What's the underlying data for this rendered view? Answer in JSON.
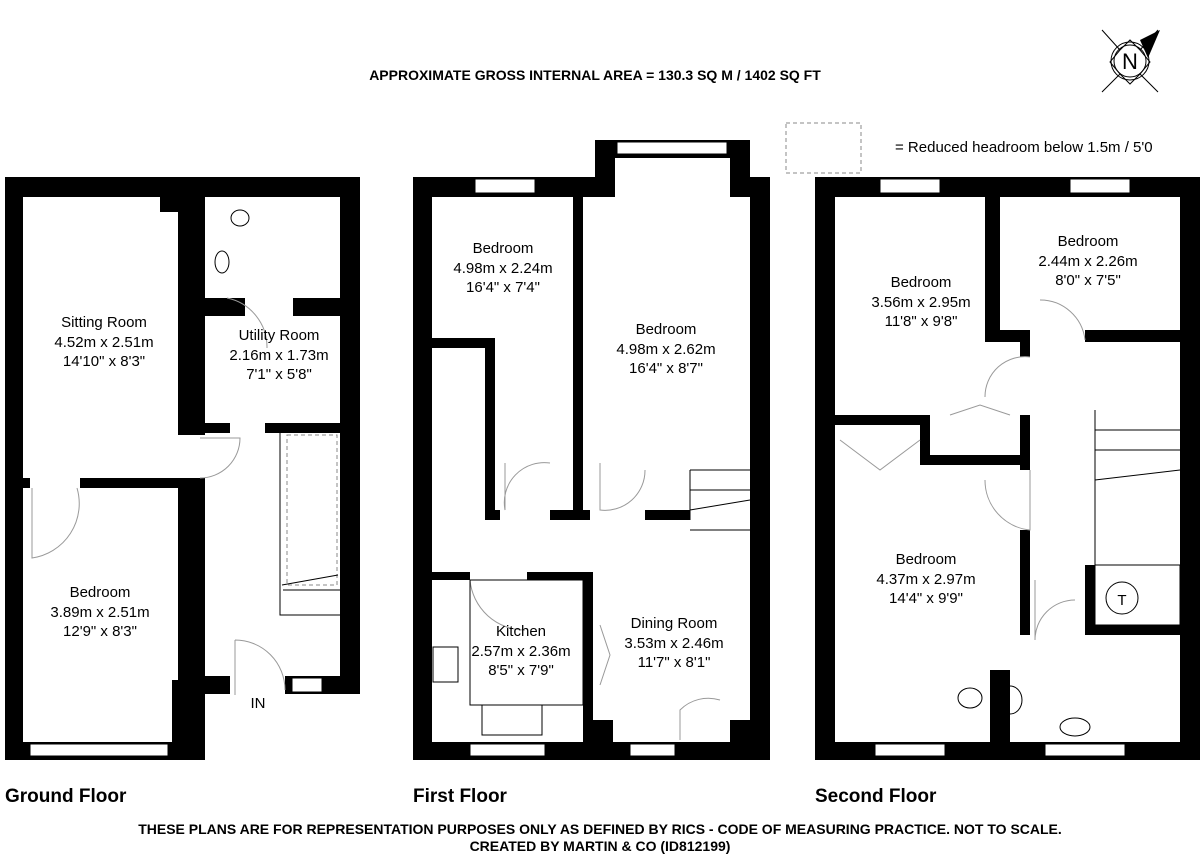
{
  "header": {
    "gross_area": "APPROXIMATE GROSS INTERNAL AREA = 130.3 SQ M / 1402 SQ FT"
  },
  "legend": {
    "reduced_headroom": "= Reduced headroom below 1.5m / 5'0"
  },
  "compass": {
    "label": "N",
    "icon": "compass-north-icon"
  },
  "floors": {
    "ground": {
      "name": "Ground Floor",
      "entrance": "IN",
      "rooms": [
        {
          "name": "Sitting Room",
          "metric": "4.52m x 2.51m",
          "imperial": "14'10\" x 8'3\""
        },
        {
          "name": "Utility Room",
          "metric": "2.16m x 1.73m",
          "imperial": "7'1\" x 5'8\""
        },
        {
          "name": "Bedroom",
          "metric": "3.89m x 2.51m",
          "imperial": "12'9\" x 8'3\""
        }
      ]
    },
    "first": {
      "name": "First Floor",
      "rooms": [
        {
          "name": "Bedroom",
          "metric": "4.98m x 2.24m",
          "imperial": "16'4\" x 7'4\""
        },
        {
          "name": "Bedroom",
          "metric": "4.98m x 2.62m",
          "imperial": "16'4\" x 8'7\""
        },
        {
          "name": "Kitchen",
          "metric": "2.57m x 2.36m",
          "imperial": "8'5\" x 7'9\""
        },
        {
          "name": "Dining Room",
          "metric": "3.53m x 2.46m",
          "imperial": "11'7\" x 8'1\""
        }
      ]
    },
    "second": {
      "name": "Second Floor",
      "tank_label": "T",
      "rooms": [
        {
          "name": "Bedroom",
          "metric": "3.56m x 2.95m",
          "imperial": "11'8\" x 9'8\""
        },
        {
          "name": "Bedroom",
          "metric": "2.44m x 2.26m",
          "imperial": "8'0\" x 7'5\""
        },
        {
          "name": "Bedroom",
          "metric": "4.37m x 2.97m",
          "imperial": "14'4\" x 9'9\""
        }
      ]
    }
  },
  "footer": {
    "disclaimer": "THESE PLANS ARE FOR REPRESENTATION PURPOSES ONLY AS DEFINED BY RICS - CODE OF MEASURING PRACTICE. NOT TO SCALE.",
    "credit": "CREATED BY MARTIN & CO (ID812199)"
  }
}
